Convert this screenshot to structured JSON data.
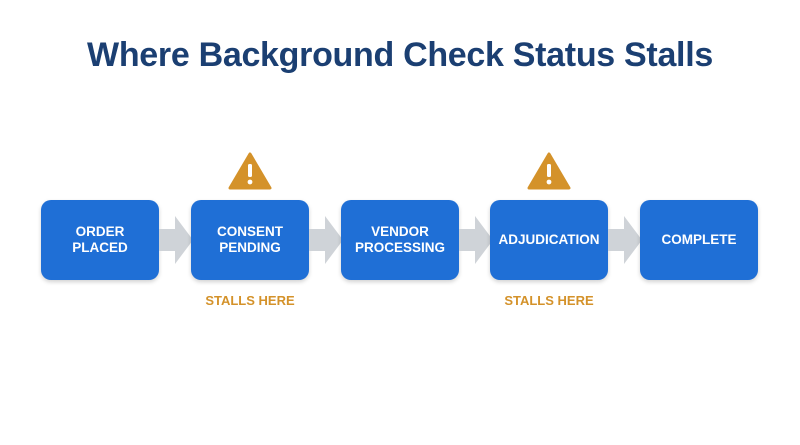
{
  "title": "Where Background Check Status Stalls",
  "colors": {
    "title": "#1b3f72",
    "step_fill": "#1f6fd6",
    "arrow": "#cfd3d8",
    "warning": "#d4922a"
  },
  "steps": [
    {
      "label": "ORDER\nPLACED",
      "stalls": false
    },
    {
      "label": "CONSENT\nPENDING",
      "stalls": true,
      "stall_label": "STALLS HERE",
      "icon": "warning-triangle-icon"
    },
    {
      "label": "VENDOR\nPROCESSING",
      "stalls": false
    },
    {
      "label": "ADJUDICATION",
      "stalls": true,
      "stall_label": "STALLS HERE",
      "icon": "warning-triangle-icon"
    },
    {
      "label": "COMPLETE",
      "stalls": false
    }
  ]
}
